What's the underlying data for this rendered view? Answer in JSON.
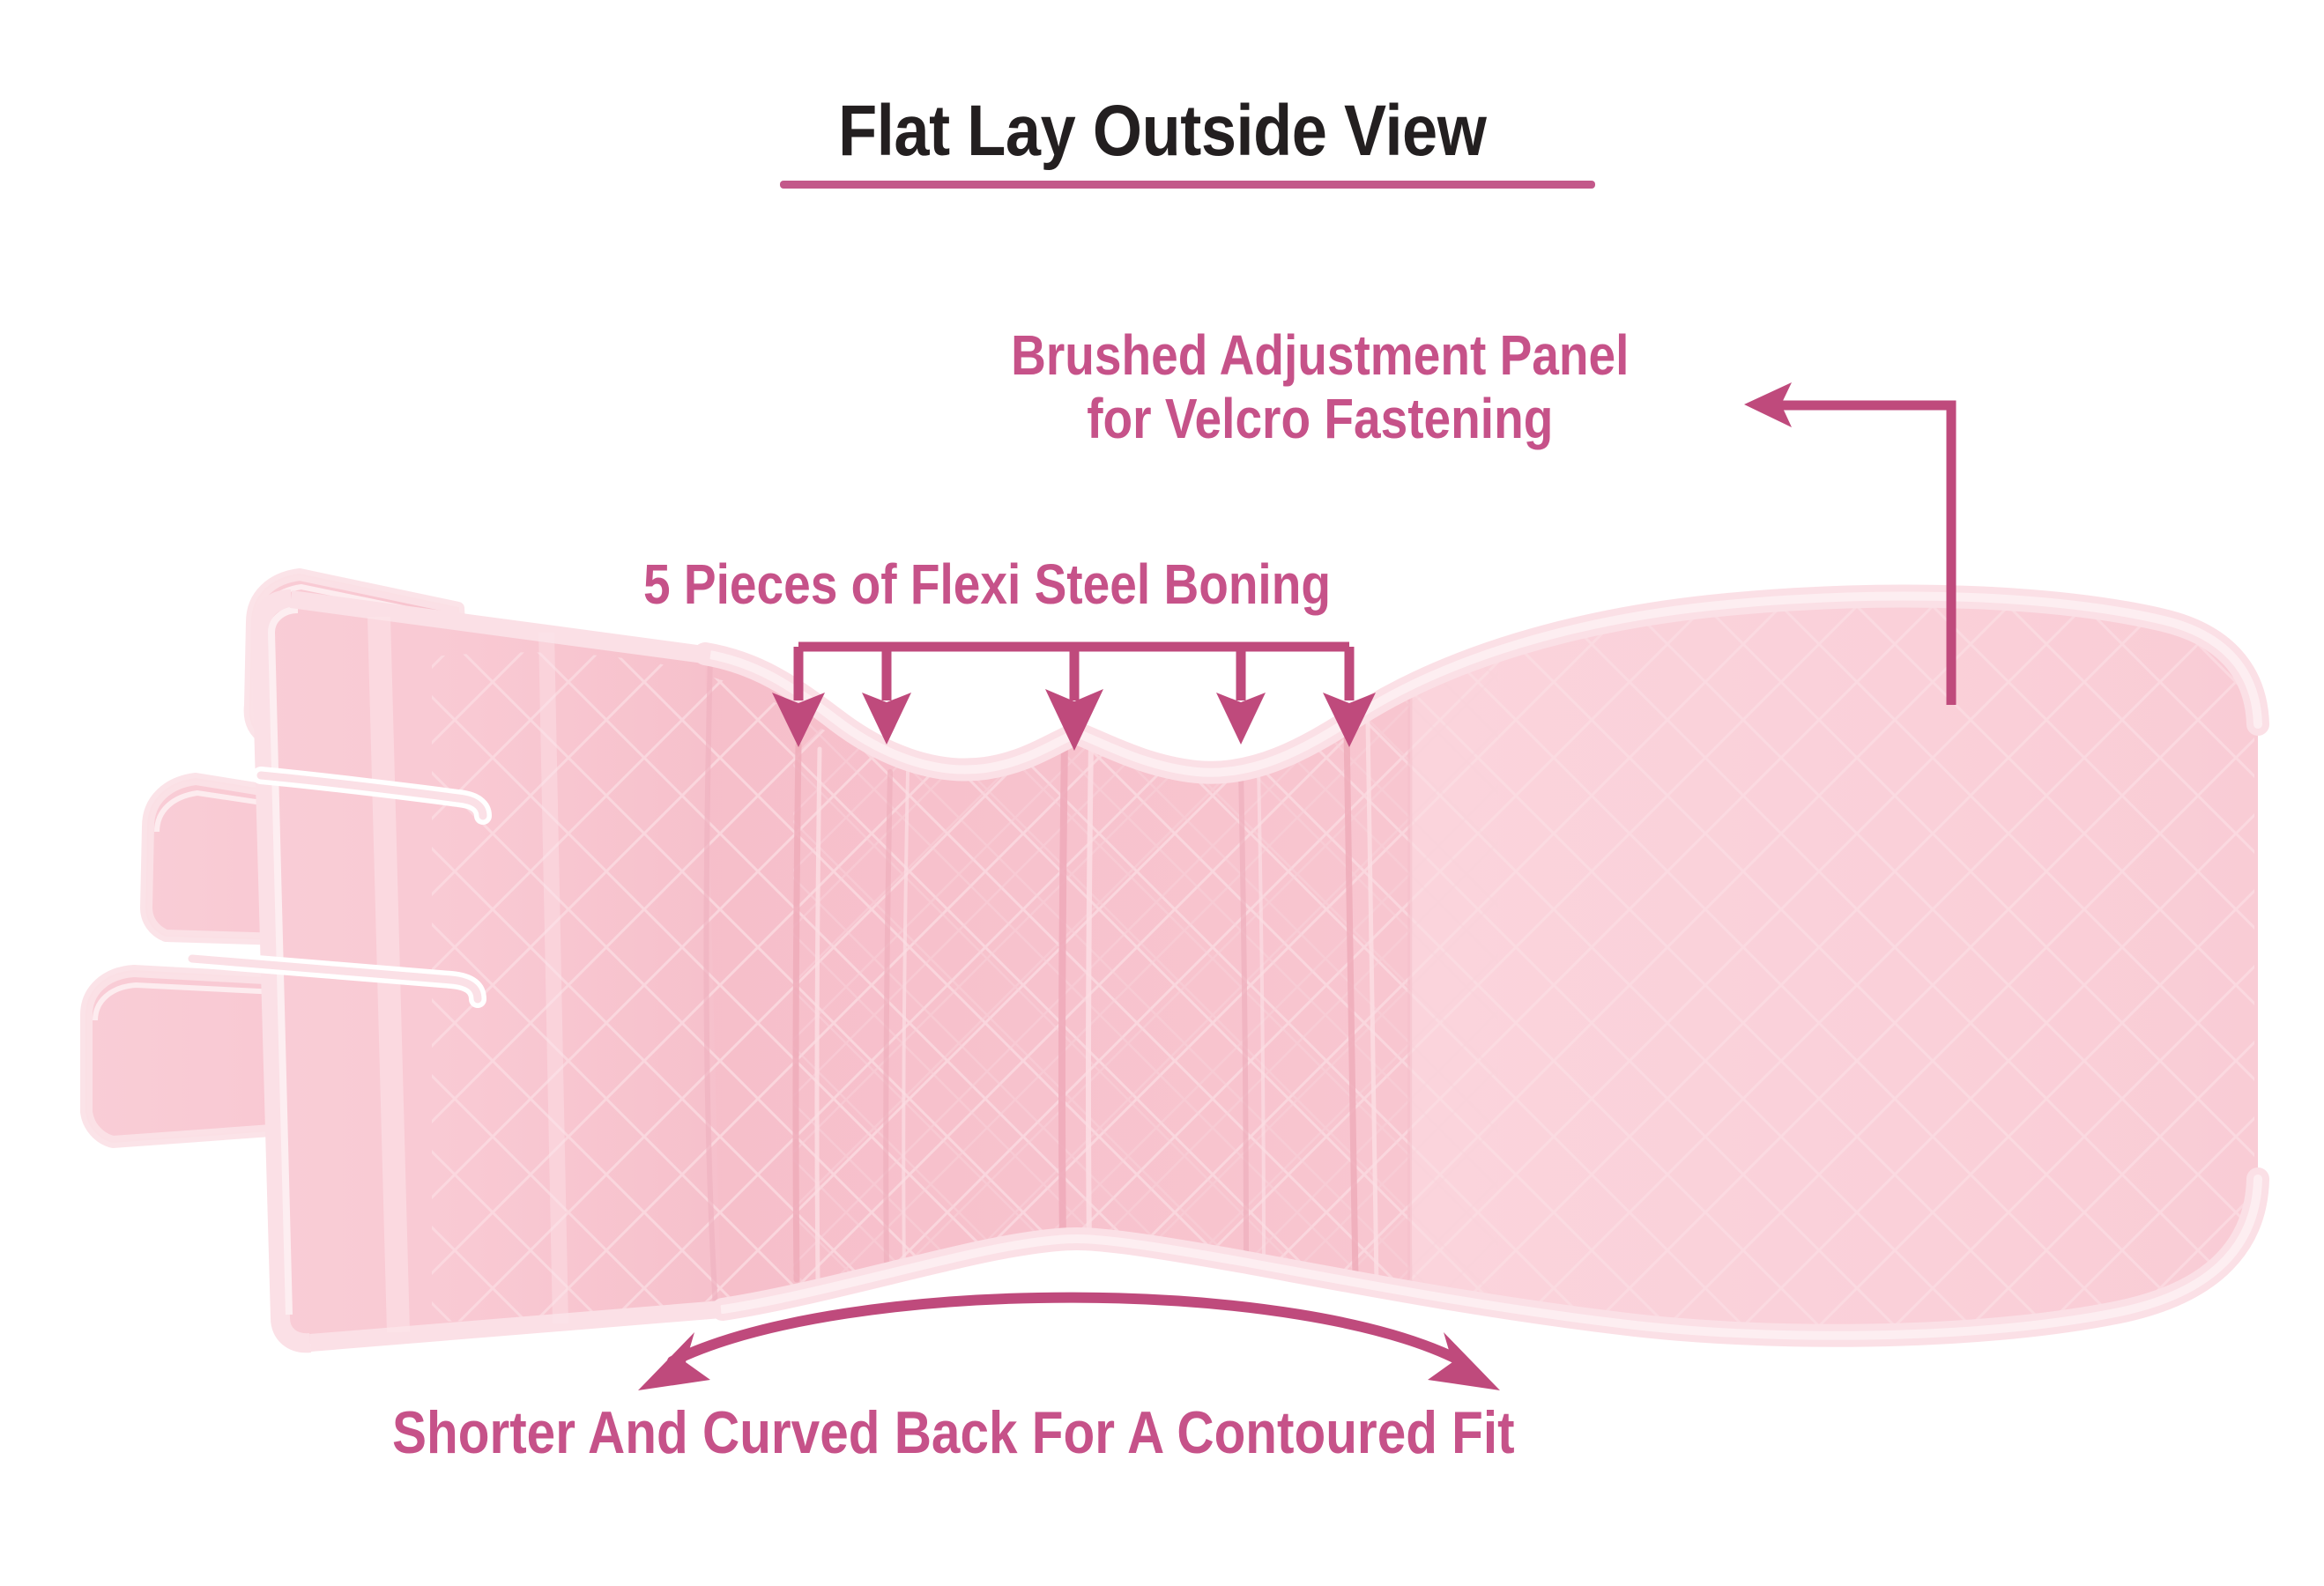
{
  "header": {
    "title": "Flat Lay Outside View",
    "underline_color": "#c3588a"
  },
  "annotations": {
    "panel": {
      "line1": "Brushed Adjustment Panel",
      "line2": "for Velcro Fastening",
      "color": "#c65289",
      "pointer": "elbow-arrow-left"
    },
    "boning": {
      "label": "5 Pieces of Flexi Steel Boning",
      "color": "#c65289",
      "pointer": "bracket-five-down-arrows",
      "count": 5
    },
    "back": {
      "label": "Shorter And Curved Back For A Contoured Fit",
      "color": "#c65289",
      "pointer": "curved-double-arrow"
    }
  },
  "product": {
    "name": "post-partum-belly-band",
    "view": "flat-lay-outside",
    "colors": {
      "fabric_mid": "#f7c2cc",
      "fabric_right": "#fad2da",
      "fabric_left_tabs": "#f9cdd5",
      "binding": "#fbdfe5",
      "seam": "#f0aebc",
      "quilt_stitch": "#fbdde3"
    },
    "features": {
      "tab_count": 3,
      "boning_channels": 5
    }
  }
}
